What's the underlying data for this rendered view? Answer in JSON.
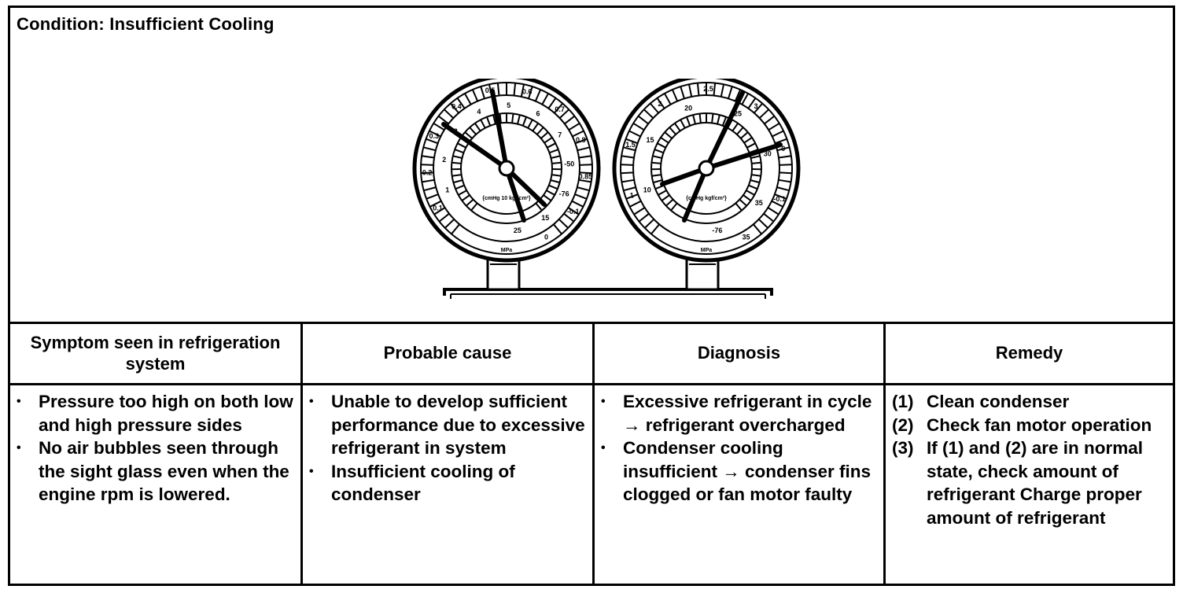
{
  "condition": {
    "title": "Condition: Insufficient Cooling"
  },
  "gauges": {
    "low": {
      "outer_labels": [
        "0.1",
        "0.2",
        "0.3",
        "0.4",
        "0.5",
        "0.6",
        "0.7",
        "0.8",
        "0.85",
        "-0.1",
        "0"
      ],
      "inner_labels": [
        "1",
        "2",
        "3",
        "4",
        "5",
        "6",
        "7",
        "-50",
        "-76",
        "15",
        "25"
      ],
      "center_text": "{cmHg 10 kgf/cm²}",
      "unit": "MPa"
    },
    "high": {
      "outer_labels": [
        "1",
        "1.5",
        "2",
        "2.5",
        "3",
        "0",
        "-0.1",
        "35"
      ],
      "inner_labels": [
        "10",
        "15",
        "20",
        "25",
        "30",
        "35",
        "-76"
      ],
      "center_text": "{cmHg kgf/cm²}",
      "unit": "MPa"
    }
  },
  "table": {
    "headers": {
      "symptom": "Symptom seen in refrigeration system",
      "cause": "Probable cause",
      "diagnosis": "Diagnosis",
      "remedy": "Remedy"
    },
    "symptom_items": [
      "Pressure too high on both low and high pressure sides",
      "No air bubbles seen through the sight glass even when the engine rpm is lowered."
    ],
    "cause_items": [
      "Unable to develop sufficient performance due to excessive refrigerant in system",
      "Insufficient cooling of condenser"
    ],
    "diagnosis_items": [
      "Excessive refrigerant in cycle → refrigerant overcharged",
      "Condenser cooling insufficient → condenser fins clogged or fan motor faulty"
    ],
    "remedy_items": [
      {
        "num": "(1)",
        "text": "Clean condenser"
      },
      {
        "num": "(2)",
        "text": "Check fan motor operation"
      },
      {
        "num": "(3)",
        "text": "If (1) and (2) are in normal state, check amount of refrigerant Charge proper amount of refrigerant"
      }
    ]
  }
}
